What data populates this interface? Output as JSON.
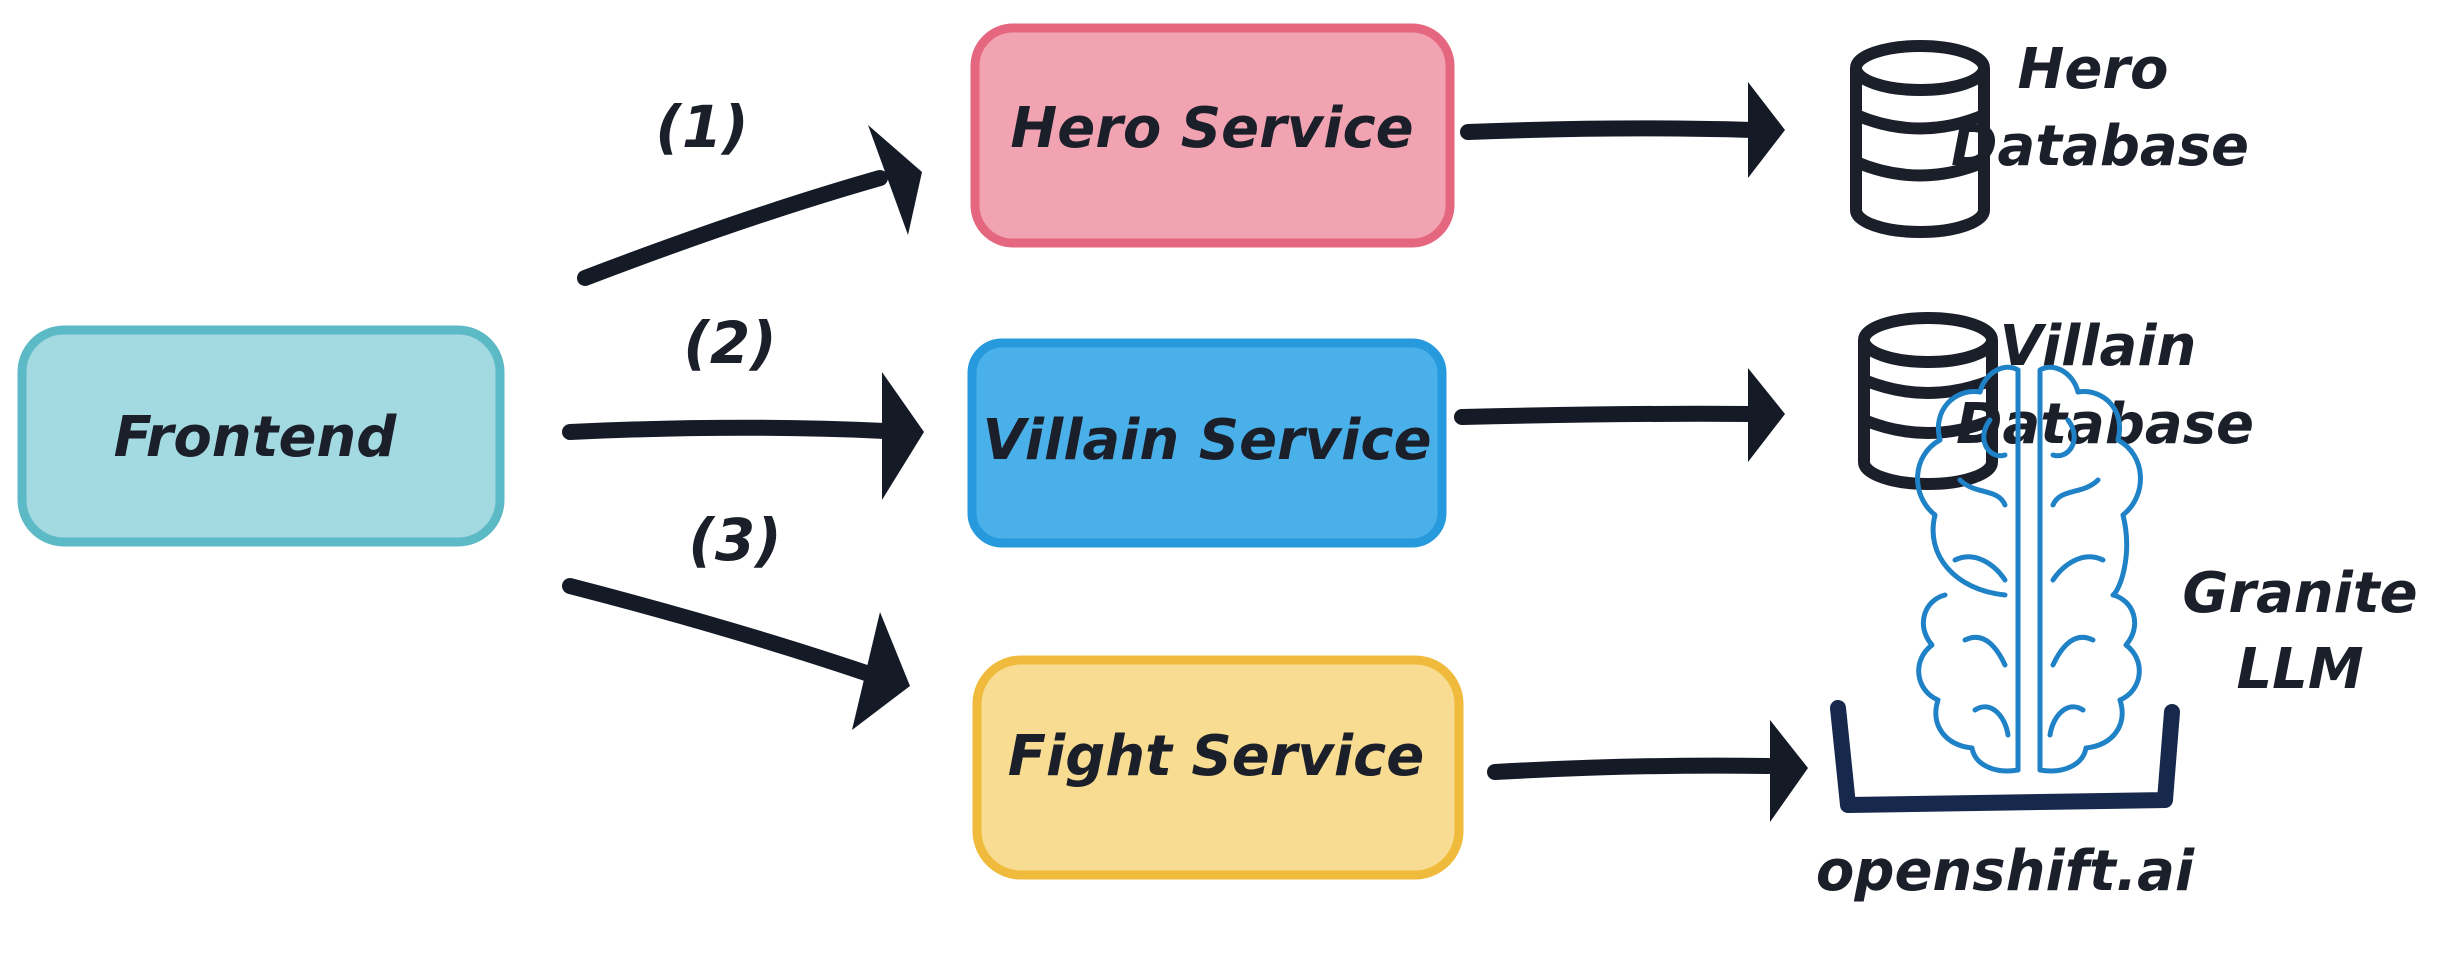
{
  "nodes": {
    "frontend": {
      "label": "Frontend",
      "fill": "#a3d9e1",
      "stroke": "#5cb9c6"
    },
    "hero_service": {
      "label": "Hero Service",
      "fill": "#f2a3b1",
      "stroke": "#e5677f"
    },
    "villain_service": {
      "label": "Villain Service",
      "fill": "#4ab0ea",
      "stroke": "#2799dd"
    },
    "fight_service": {
      "label": "Fight Service",
      "fill": "#f8dc92",
      "stroke": "#f0bb3c"
    }
  },
  "steps": [
    "(1)",
    "(2)",
    "(3)"
  ],
  "targets": {
    "hero_database": {
      "line1": "Hero",
      "line2": "Database",
      "icon": "database-icon"
    },
    "villain_database": {
      "line1": "Villain",
      "line2": "Database",
      "icon": "database-icon"
    },
    "granite_llm": {
      "line1": "Granite",
      "line2": "LLM",
      "icon": "brain-icon"
    },
    "platform": {
      "label": "openshift.ai",
      "icon": "platform-tray-icon"
    }
  },
  "colors": {
    "ink": "#141a26",
    "brain": "#1f82c7",
    "platform": "#17284d"
  }
}
